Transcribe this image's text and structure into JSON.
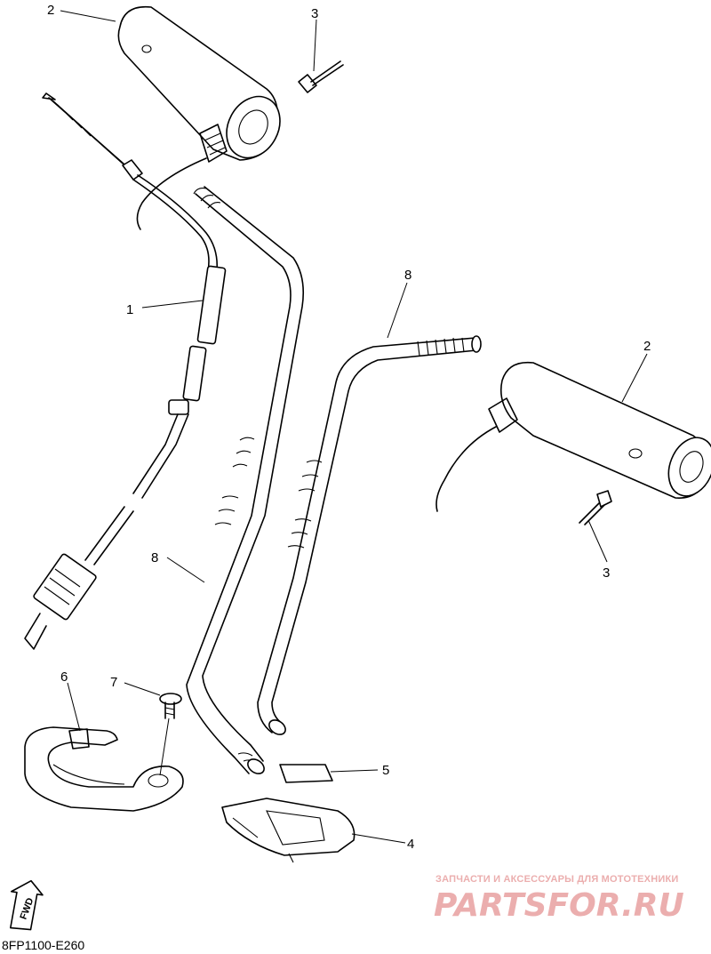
{
  "callouts": {
    "c1": "1",
    "c2a": "2",
    "c2b": "2",
    "c3a": "3",
    "c3b": "3",
    "c4": "4",
    "c5": "5",
    "c6": "6",
    "c7": "7",
    "c8a": "8",
    "c8b": "8"
  },
  "drawing_code": "8FP1100-E260",
  "fwd_arrow": {
    "label": "FWD"
  },
  "watermark": {
    "tagline": "ЗАПЧАСТИ И АКСЕССУАРЫ ДЛЯ МОТОТЕХНИКИ",
    "brand": "PARTSFOR.RU",
    "color": "#e8a0a0"
  }
}
